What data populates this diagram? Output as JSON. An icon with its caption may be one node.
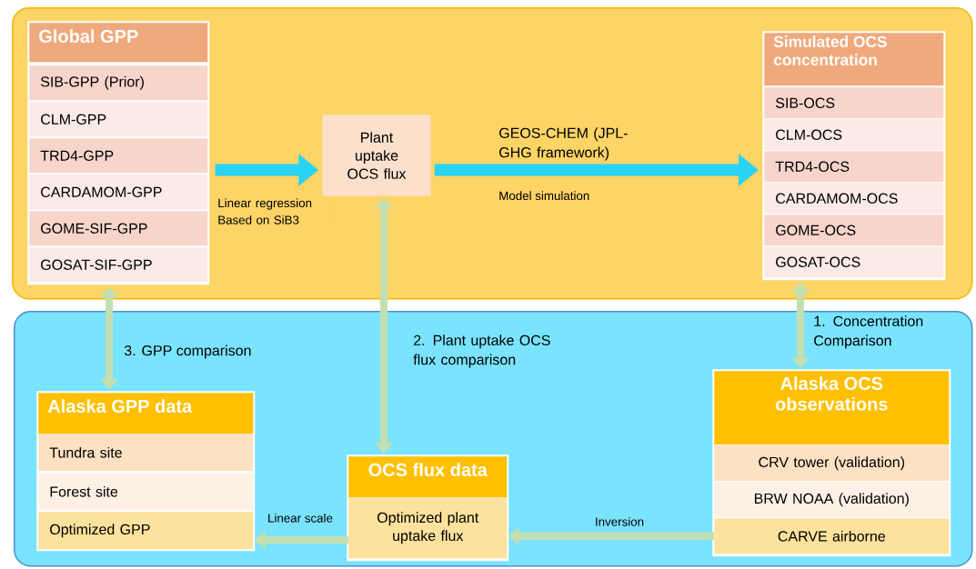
{
  "diagram": {
    "nodes": [
      {
        "text": [],
        "shape": "box"
      },
      {
        "text": [
          "Global GPP"
        ],
        "in": 0
      },
      {
        "text": [
          "SIB-GPP (Prior)"
        ],
        "in": 1
      },
      {
        "text": [
          "CLM-GPP"
        ],
        "in": 1
      },
      {
        "text": [
          "TRD4-GPP"
        ],
        "in": 1
      },
      {
        "text": [
          "CARDAMOM-GPP"
        ],
        "in": 1
      },
      {
        "text": [
          "GOME-SIF-GPP"
        ],
        "in": 1
      },
      {
        "text": [
          "GOSAT-SIF-GPP"
        ],
        "in": 1
      },
      {
        "text": [
          "Plant uptake OCS flux"
        ],
        "in": 0
      },
      {
        "text": [
          "Simulated OCS concentration"
        ],
        "in": 0
      },
      {
        "text": [
          "SIB-OCS"
        ],
        "in": 9
      },
      {
        "text": [
          "CLM-OCS"
        ],
        "in": 9
      },
      {
        "text": [
          "TRD4-OCS"
        ],
        "in": 9
      },
      {
        "text": [
          "CARDAMOM-OCS"
        ],
        "in": 9
      },
      {
        "text": [
          "GOME-OCS"
        ],
        "in": 9
      },
      {
        "text": [
          "GOSAT-OCS"
        ],
        "in": 9
      },
      {
        "text": [],
        "shape": "box"
      },
      {
        "text": [
          "Alaska GPP data"
        ],
        "in": 16
      },
      {
        "text": [
          "Tundra site"
        ],
        "in": 17
      },
      {
        "text": [
          "Forest site"
        ],
        "in": 17
      },
      {
        "text": [
          "Optimized GPP"
        ],
        "in": 17
      },
      {
        "text": [
          "OCS flux data"
        ],
        "in": 16
      },
      {
        "text": [
          "Optimized plant uptake flux"
        ],
        "in": 21
      },
      {
        "text": [
          "Alaska OCS observations"
        ],
        "in": 16
      },
      {
        "text": [
          "CRV tower (validation)"
        ],
        "in": 23
      },
      {
        "text": [
          "BRW NOAA (validation)"
        ],
        "in": 23
      },
      {
        "text": [
          "CARVE airborne"
        ],
        "in": 23
      }
    ],
    "edges": [
      {
        "from": 1,
        "to": 8,
        "arrow": "to",
        "label": "Linear regression Based on SiB3",
        "color": "#29d3f4"
      },
      {
        "from": 8,
        "to": 9,
        "arrow": "to",
        "label": "GEOS-CHEM (JPL-GHG framework)",
        "color": "#29d3f4"
      },
      {
        "from": 1,
        "to": 17,
        "arrow": "both",
        "label": "3. GPP comparison"
      },
      {
        "from": 8,
        "to": 21,
        "arrow": "both",
        "label": "2. Plant uptake OCS flux comparison"
      },
      {
        "from": 9,
        "to": 23,
        "arrow": "both",
        "label": "1. Concentration Comparison"
      },
      {
        "from": 26,
        "to": 22,
        "arrow": "to",
        "label": "Inversion"
      },
      {
        "from": 22,
        "to": 20,
        "arrow": "to",
        "label": "Linear scale"
      }
    ],
    "labels": [
      "Model simulation"
    ]
  }
}
